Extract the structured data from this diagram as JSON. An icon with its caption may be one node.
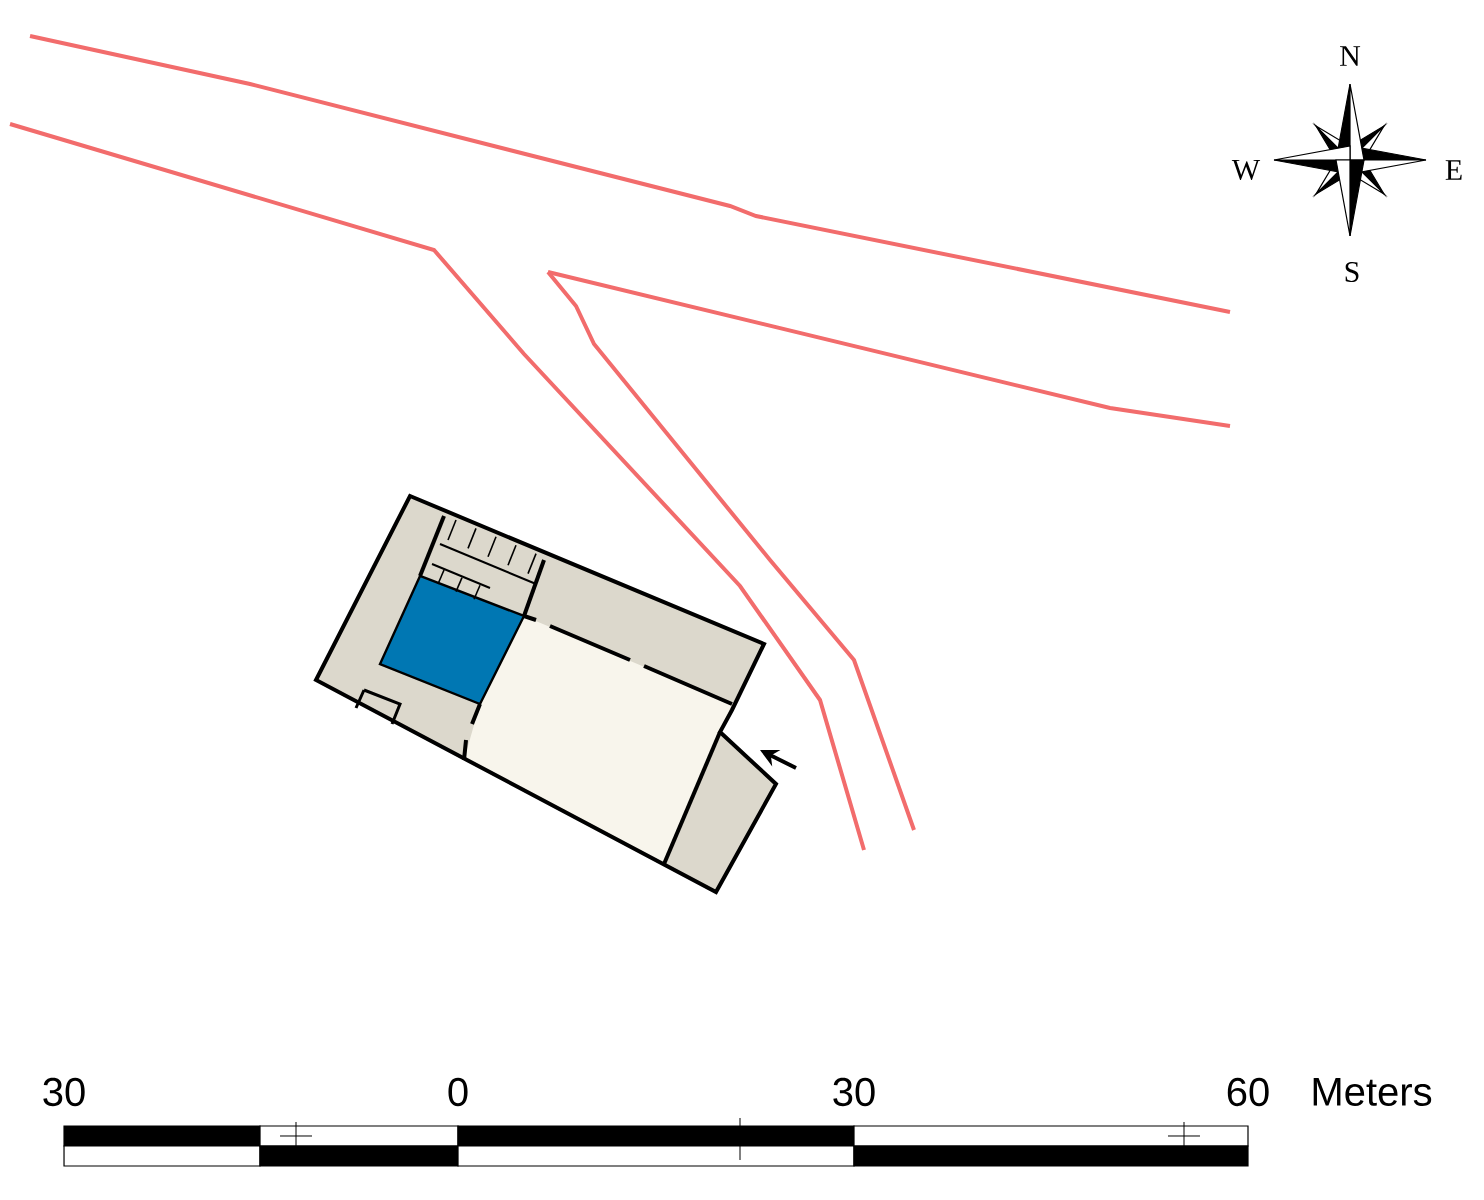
{
  "diagram": {
    "labels": [
      "N",
      "W",
      "E",
      "S",
      "30",
      "0",
      "30",
      "60",
      "Meters"
    ]
  }
}
